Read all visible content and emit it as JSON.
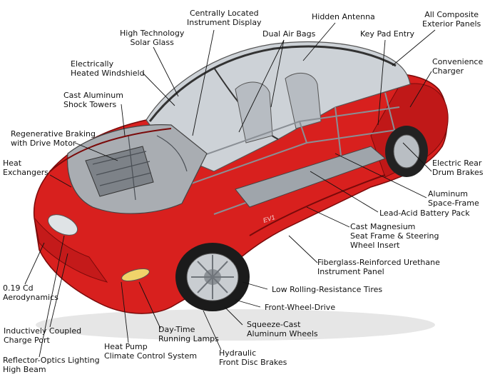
{
  "colors": {
    "body_red": "#d8201e",
    "dark_red": "#8e0c0c",
    "glass": "#c9ced3",
    "chrome": "#9aa0a6",
    "leader": "#111111"
  },
  "labels": {
    "instrument": [
      "Centrally Located",
      "Instrument Display"
    ],
    "antenna": [
      "Hidden Antenna"
    ],
    "composite": [
      "All Composite",
      "Exterior Panels"
    ],
    "solar": [
      "High Technology",
      "Solar Glass"
    ],
    "airbags": [
      "Dual Air Bags"
    ],
    "keypad": [
      "Key Pad Entry"
    ],
    "charger": [
      "Convenience",
      "Charger"
    ],
    "windshield": [
      "Electrically",
      "Heated Windshield"
    ],
    "shock": [
      "Cast Aluminum",
      "Shock Towers"
    ],
    "regen": [
      "Regenerative Braking",
      "with Drive Motor"
    ],
    "heatx": [
      "Heat",
      "Exchangers"
    ],
    "drum": [
      "Electric Rear",
      "Drum Brakes"
    ],
    "spaceframe": [
      "Aluminum",
      "Space-Frame"
    ],
    "battery": [
      "Lead-Acid Battery Pack"
    ],
    "magnesium": [
      "Cast Magnesium",
      "Seat Frame & Steering",
      "Wheel Insert"
    ],
    "fiberglass": [
      "Fiberglass-Reinforced Urethane",
      "Instrument Panel"
    ],
    "cd": [
      "0.19 Cd",
      "Aerodynamics"
    ],
    "tires": [
      "Low Rolling-Resistance Tires"
    ],
    "fwd": [
      "Front-Wheel-Drive"
    ],
    "inductive": [
      "Inductively Coupled",
      "Charge Port"
    ],
    "daytime": [
      "Day-Time",
      "Running Lamps"
    ],
    "wheels": [
      "Squeeze-Cast",
      "Aluminum Wheels"
    ],
    "heatpump": [
      "Heat Pump",
      "Climate Control System"
    ],
    "reflector": [
      "Reflector-Optics Lighting",
      "High Beam"
    ],
    "hydraulic": [
      "Hydraulic",
      "Front Disc Brakes"
    ]
  },
  "badge": "EV1"
}
